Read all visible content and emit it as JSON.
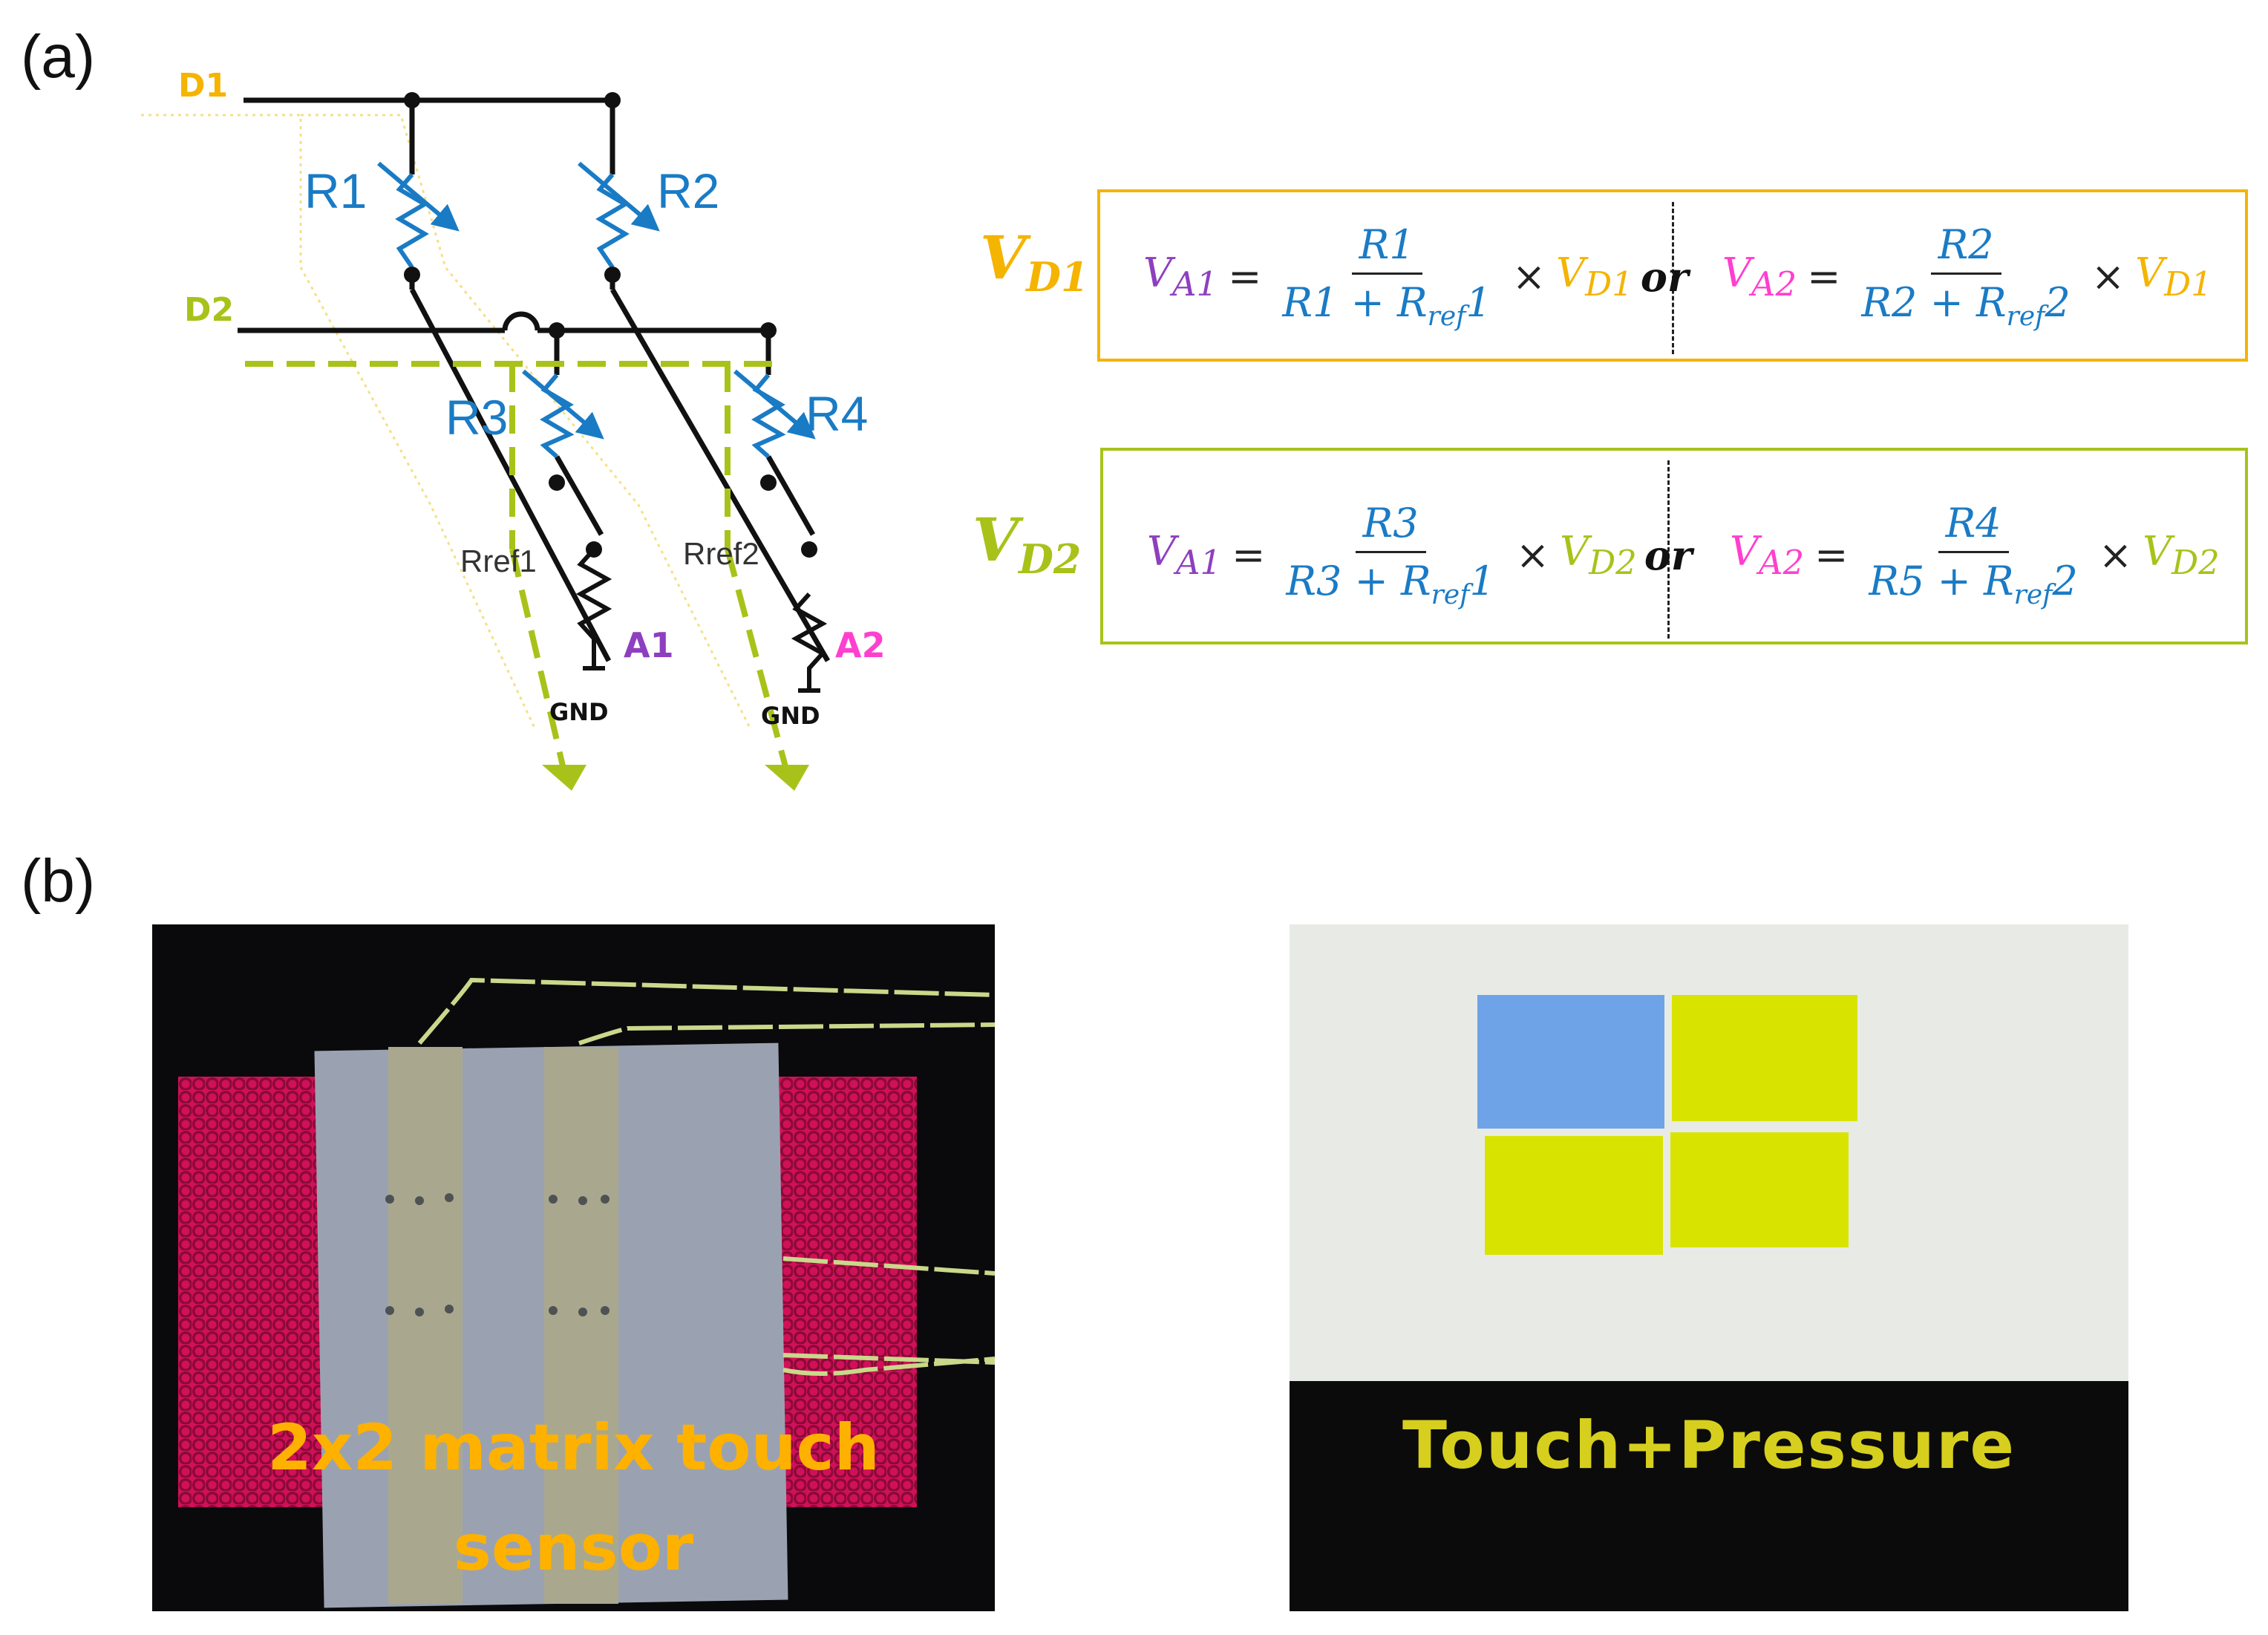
{
  "panels": {
    "a": "(a)",
    "b": "(b)"
  },
  "circuit": {
    "lines": {
      "d1": "D1",
      "d2": "D2"
    },
    "resistors": {
      "r1": "R1",
      "r2": "R2",
      "r3": "R3",
      "r4": "R4"
    },
    "refs": {
      "rref1": "Rref1",
      "rref2": "Rref2"
    },
    "outputs": {
      "a1": "A1",
      "a2": "A2"
    },
    "ground": "GND"
  },
  "equations": {
    "vd1": {
      "label": "V",
      "label_sub": "D1",
      "left": {
        "lhs": "V",
        "lhs_sub": "A1",
        "num": "R1",
        "den": "R1 + R",
        "den_sub": "ref",
        "den_tail": "1",
        "factor": "V",
        "factor_sub": "D1"
      },
      "or": "or",
      "right": {
        "lhs": "V",
        "lhs_sub": "A2",
        "num": "R2",
        "den": "R2 + R",
        "den_sub": "ref",
        "den_tail": "2",
        "factor": "V",
        "factor_sub": "D1"
      }
    },
    "vd2": {
      "label": "V",
      "label_sub": "D2",
      "left": {
        "lhs": "V",
        "lhs_sub": "A1",
        "num": "R3",
        "den": "R3 + R",
        "den_sub": "ref",
        "den_tail": "1",
        "factor": "V",
        "factor_sub": "D2"
      },
      "or": "or",
      "right": {
        "lhs": "V",
        "lhs_sub": "A2",
        "num": "R4",
        "den": "R5 + R",
        "den_sub": "ref",
        "den_tail": "2",
        "factor": "V",
        "factor_sub": "D2"
      }
    }
  },
  "photos": {
    "sensor_caption_line1": "2x2 matrix touch",
    "sensor_caption_line2": "sensor",
    "screen_caption": "Touch+Pressure"
  },
  "colors": {
    "d1": "#f4b400",
    "d2": "#a9c21a",
    "resistor": "#1a7bc5",
    "a1": "#8e3fbf",
    "a2": "#ff3fcf",
    "tile_blue": "#6fa3e8",
    "tile_yellow": "#d8e300",
    "caption_orange": "#ffb100",
    "caption_yellow": "#d6cf1e"
  }
}
